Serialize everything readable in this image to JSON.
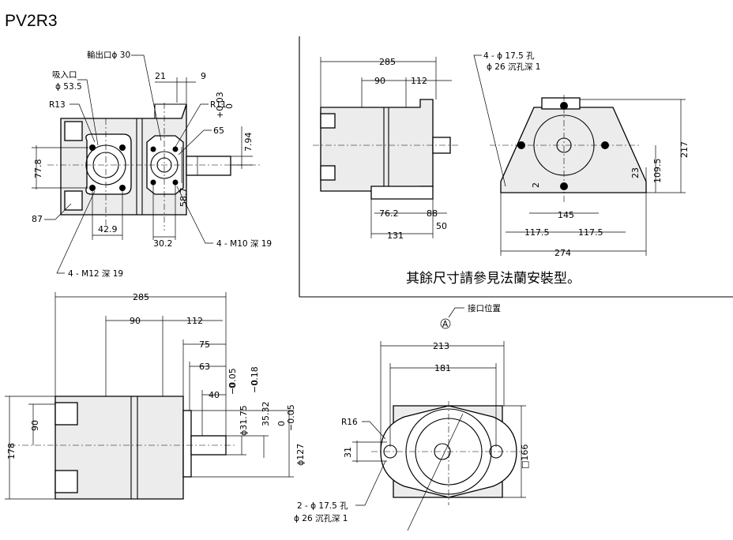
{
  "model": "PV2R3",
  "front_view": {
    "outlet_label": "輸出口ϕ 30",
    "inlet_label": "吸入口",
    "inlet_dia": "ϕ 53.5",
    "r13": "R13",
    "r11": "R11",
    "d21": "21",
    "d9": "9",
    "d65": "65",
    "tol_794": "7.94",
    "tol_plus": "+0.03",
    "tol_zero": "0",
    "d778": "77.8",
    "d87": "87",
    "d429": "42.9",
    "d587": "58.7",
    "d302": "30.2",
    "m10": "4 - M10 深 19",
    "m12": "4 - M12 深 19"
  },
  "flange_view": {
    "d285": "285",
    "d90": "90",
    "d112": "112",
    "d762": "76.2",
    "d88": "88",
    "d131": "131",
    "d50": "50",
    "holes": "4 - ϕ 17.5 孔",
    "counterbore": "ϕ 26 沉孔深 1",
    "d145": "145",
    "d1175a": "117.5",
    "d1175b": "117.5",
    "d274": "274",
    "d2": "2",
    "d23": "23",
    "d1095": "109.5",
    "d217": "217",
    "note": "其餘尺寸請參見法蘭安裝型。"
  },
  "side_view": {
    "d285": "285",
    "d90": "90",
    "d112": "112",
    "d75": "75",
    "d63": "63",
    "d40": "40",
    "shaft_dia": "ϕ31.75",
    "shaft_tol_lo": "−0.05",
    "shaft_tol_hi": "0",
    "key_h": "35.32",
    "key_tol_lo": "−0.18",
    "key_tol_hi": "0",
    "pilot_dia": "ϕ127",
    "pilot_tol_lo": "−0.05",
    "pilot_tol_hi": "0",
    "d178": "178",
    "d90v": "90"
  },
  "end_view": {
    "port_position": "接口位置",
    "port_letter": "A",
    "d213": "213",
    "d181": "181",
    "r16": "R16",
    "d31": "31",
    "d166": "□166",
    "holes": "2 - ϕ 17.5 孔",
    "counterbore": "ϕ 26 沉孔深 1"
  }
}
